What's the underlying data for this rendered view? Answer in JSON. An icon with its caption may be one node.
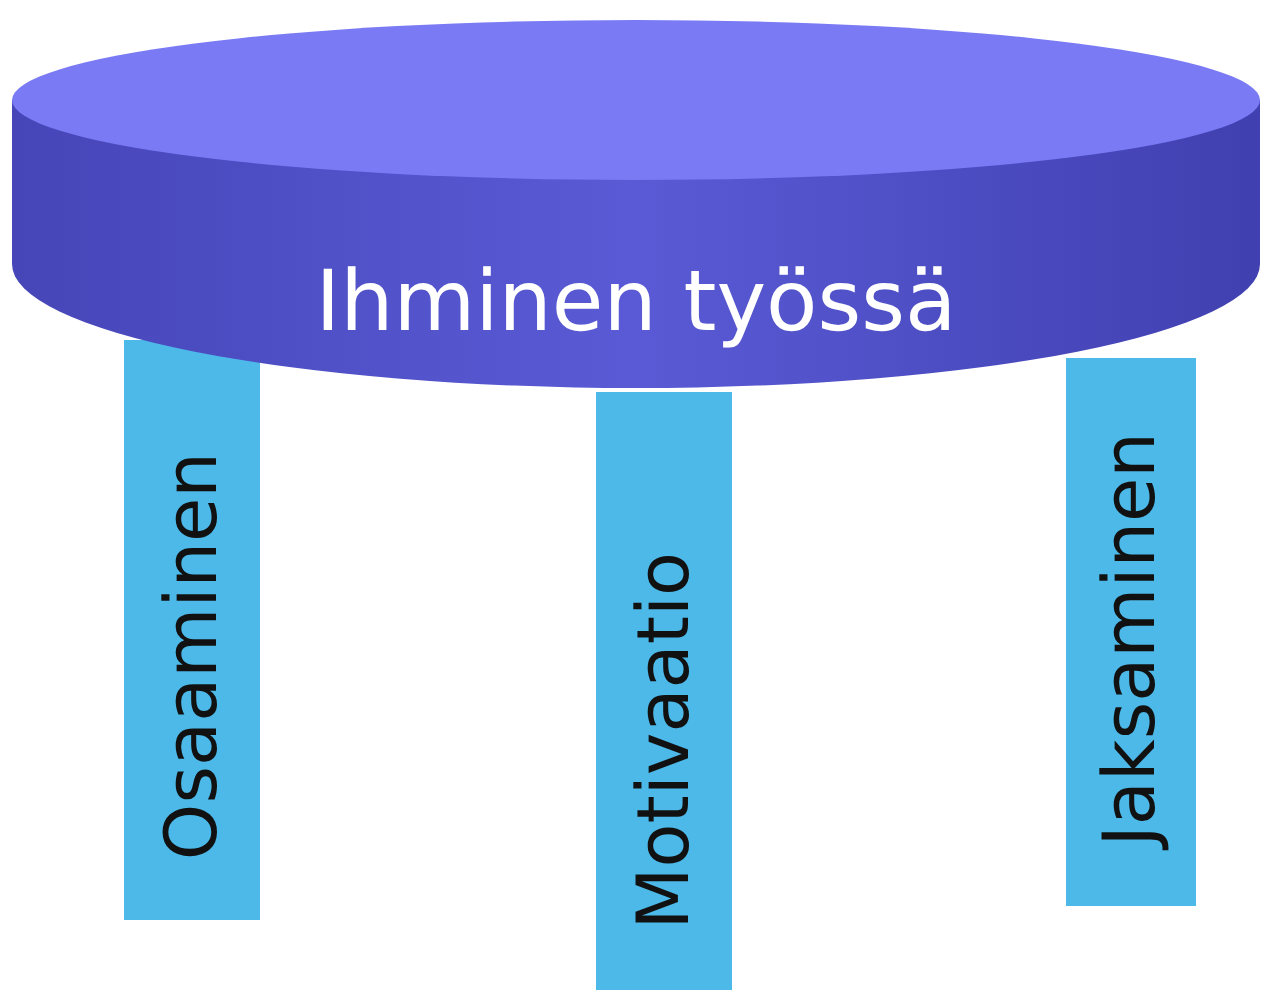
{
  "diagram": {
    "nodes": [
      {
        "text": [
          "Ihminen työssä"
        ]
      },
      {
        "text": [
          "Osaaminen"
        ]
      },
      {
        "text": [
          "Motivaatio"
        ]
      },
      {
        "text": [
          "Jaksaminen"
        ]
      }
    ]
  }
}
